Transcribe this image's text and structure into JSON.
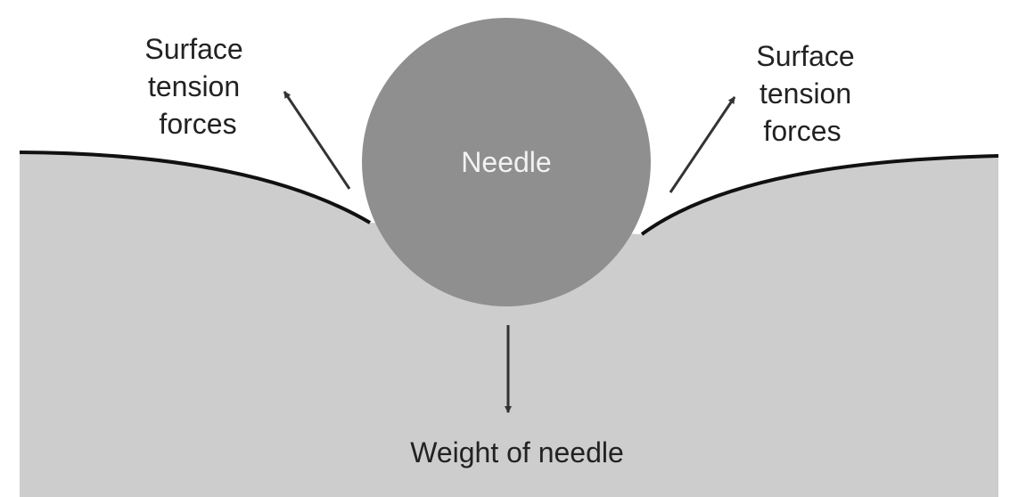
{
  "labels": {
    "needle": "Needle",
    "left_force": [
      "Surface",
      "tension",
      "forces"
    ],
    "right_force": [
      "Surface",
      "tension",
      "forces"
    ],
    "weight": "Weight of needle"
  },
  "colors": {
    "water": "#cdcdcd",
    "needle": "#8f8f8f",
    "surface_line": "#111111",
    "arrow": "#333333",
    "text": "#222222",
    "needle_text": "#f2f2f2"
  }
}
